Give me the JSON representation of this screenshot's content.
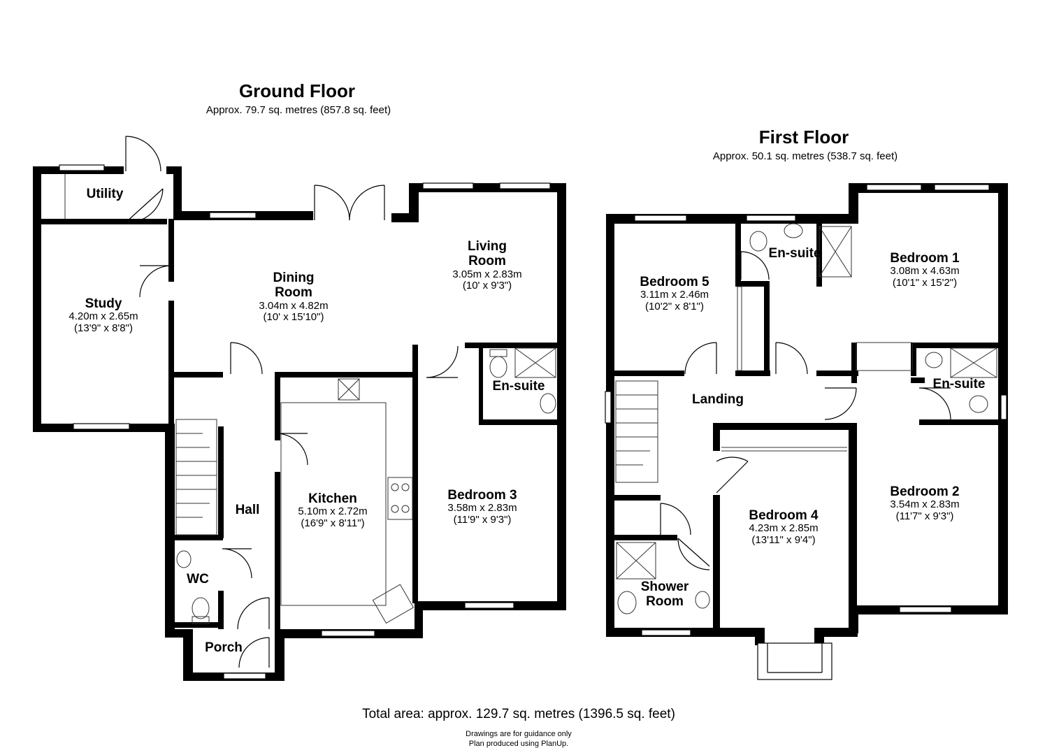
{
  "ground_floor": {
    "title": "Ground Floor",
    "area": "Approx. 79.7 sq. metres (857.8 sq. feet)",
    "rooms": {
      "utility": {
        "name": "Utility"
      },
      "study": {
        "name": "Study",
        "metric": "4.20m x 2.65m",
        "imperial": "(13'9\" x 8'8\")"
      },
      "dining": {
        "name": "Dining\nRoom",
        "metric": "3.04m x 4.82m",
        "imperial": "(10' x 15'10\")"
      },
      "living": {
        "name": "Living\nRoom",
        "metric": "3.05m x 2.83m",
        "imperial": "(10' x 9'3\")"
      },
      "ensuite": {
        "name": "En-suite"
      },
      "hall": {
        "name": "Hall"
      },
      "kitchen": {
        "name": "Kitchen",
        "metric": "5.10m x 2.72m",
        "imperial": "(16'9\" x 8'11\")"
      },
      "bedroom3": {
        "name": "Bedroom 3",
        "metric": "3.58m x 2.83m",
        "imperial": "(11'9\" x 9'3\")"
      },
      "wc": {
        "name": "WC"
      },
      "porch": {
        "name": "Porch"
      }
    }
  },
  "first_floor": {
    "title": "First Floor",
    "area": "Approx. 50.1 sq. metres (538.7 sq. feet)",
    "rooms": {
      "bedroom5": {
        "name": "Bedroom 5",
        "metric": "3.11m x 2.46m",
        "imperial": "(10'2\" x 8'1\")"
      },
      "ensuite1": {
        "name": "En-suite"
      },
      "bedroom1": {
        "name": "Bedroom 1",
        "metric": "3.08m x 4.63m",
        "imperial": "(10'1\" x 15'2\")"
      },
      "landing": {
        "name": "Landing"
      },
      "ensuite2": {
        "name": "En-suite"
      },
      "bedroom4": {
        "name": "Bedroom 4",
        "metric": "4.23m x 2.85m",
        "imperial": "(13'11\" x 9'4\")"
      },
      "bedroom2": {
        "name": "Bedroom 2",
        "metric": "3.54m x 2.83m",
        "imperial": "(11'7\" x 9'3\")"
      },
      "shower": {
        "name": "Shower\nRoom"
      }
    }
  },
  "footer": {
    "total": "Total area: approx. 129.7 sq. metres (1396.5 sq. feet)",
    "note1": "Drawings are for guidance only",
    "note2": "Plan produced using PlanUp."
  },
  "colors": {
    "wall": "#000000",
    "background": "#ffffff",
    "fixture": "#333333"
  }
}
